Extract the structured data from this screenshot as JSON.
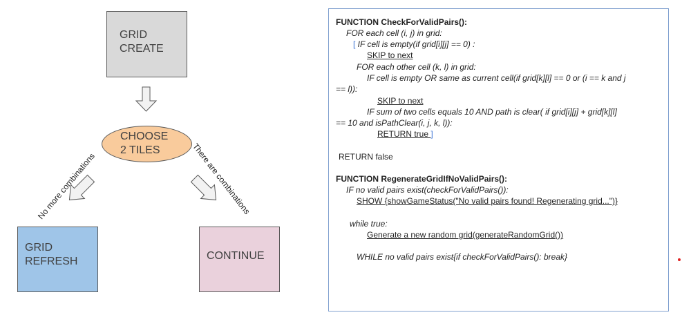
{
  "flowchart": {
    "grid_create": [
      "GRID",
      "CREATE"
    ],
    "choose_tiles": [
      "CHOOSE",
      "2 TILES"
    ],
    "grid_refresh": [
      "GRID",
      "REFRESH"
    ],
    "continue": "CONTINUE",
    "label_no_combinations": "No more combinations",
    "label_combinations": "There are combinations"
  },
  "code": {
    "l1": "FUNCTION CheckForValidPairs():",
    "l2": "FOR each cell (i, j) in grid:",
    "l3_bracket": "[",
    "l3": " IF cell is empty(if grid[i][j] == 0) :",
    "l4": "SKIP to next",
    "l5": "FOR each other cell (k, l) in grid:",
    "l6": "IF cell is empty OR same as current cell(if grid[k][l] == 0 or (i == k and j",
    "l7": "== l)):",
    "l8": "SKIP to next",
    "l9": "IF sum of two cells equals 10 AND path is clear( if grid[i][j] + grid[k][l]",
    "l10": "== 10 and isPathClear(i, j, k, l)):",
    "l11": "RETURN true ",
    "l11_bracket": "]",
    "l12": "RETURN false",
    "l13": "FUNCTION RegenerateGridIfNoValidPairs():",
    "l14": "IF no valid pairs exist(checkForValidPairs()):",
    "l15": "SHOW {showGameStatus(\"No valid pairs found! Regenerating grid...\")}",
    "l16": "while true:",
    "l17": "Generate a new random grid(generateRandomGrid())",
    "l18": "WHILE no valid pairs exist{if checkForValidPairs(): break}"
  },
  "colors": {
    "grid_create": "#d9d9d9",
    "choose": "#f9cb9c",
    "grid_refresh": "#9fc5e8",
    "continue": "#ead1dc",
    "panel_border": "#7f9fcf",
    "bracket": "#3b73d4"
  }
}
